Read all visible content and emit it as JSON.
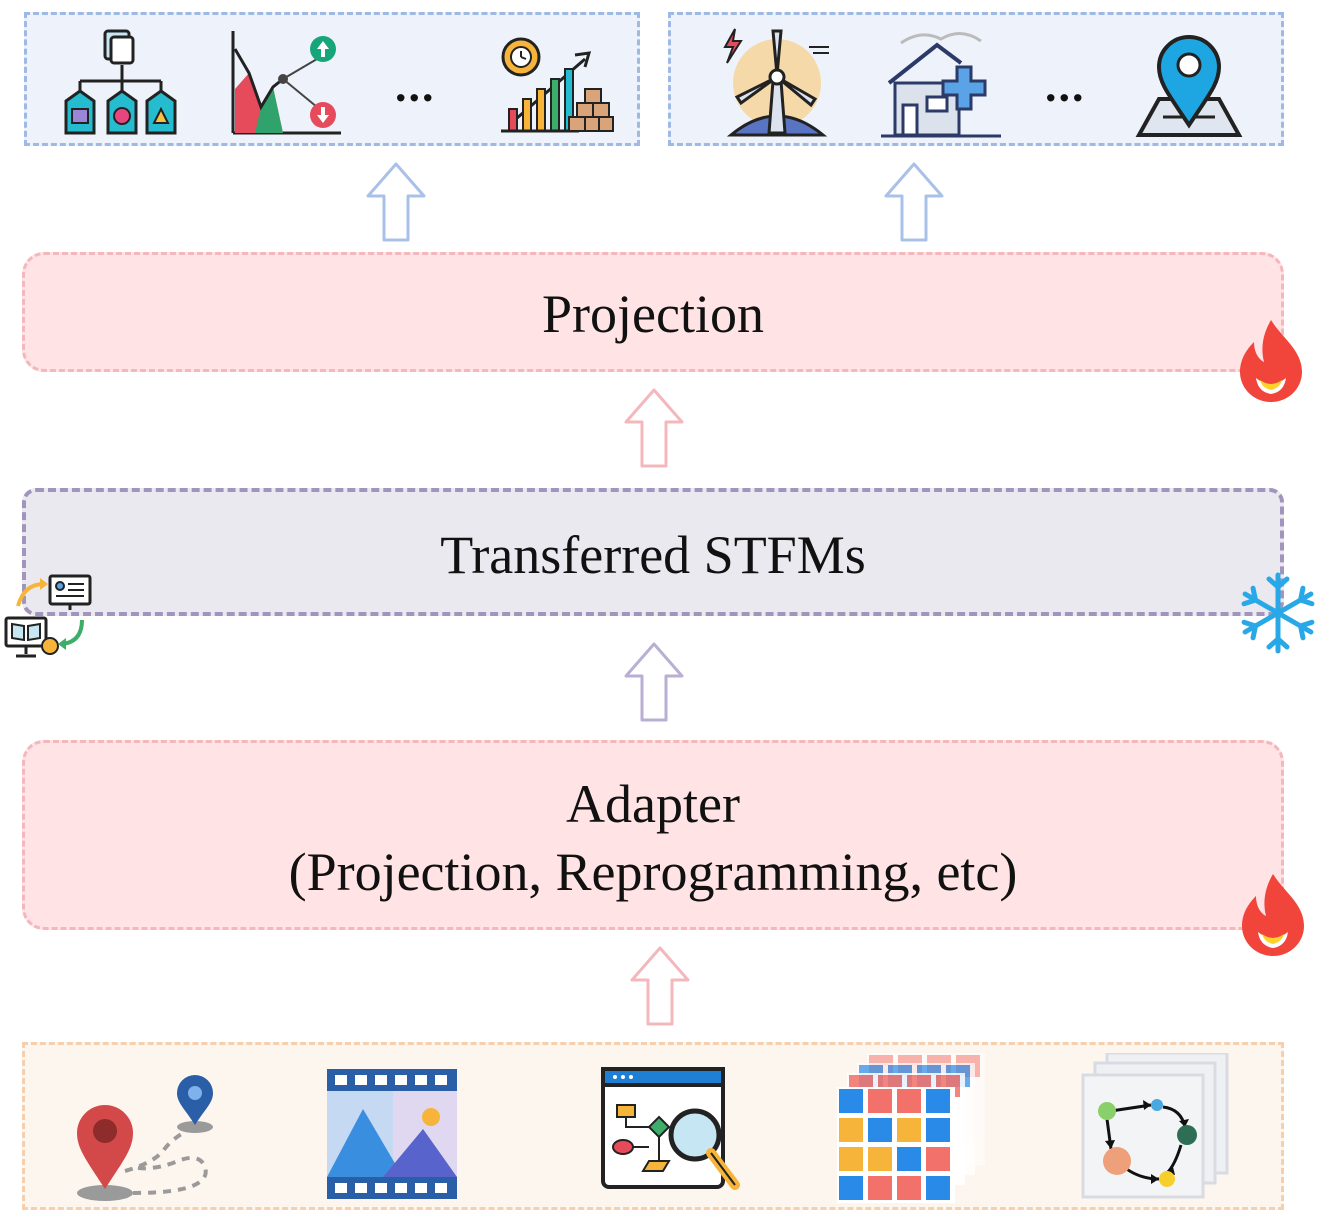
{
  "layers": {
    "projection": {
      "label": "Projection"
    },
    "stfm": {
      "label": "Transferred STFMs"
    },
    "adapter": {
      "line1": "Adapter",
      "line2": "(Projection, Reprogramming, etc)"
    }
  },
  "top_left_group": {
    "icons": [
      "hierarchy-tags-icon",
      "stock-trend-chart-icon",
      "business-growth-chart-icon"
    ],
    "ellipsis": "..."
  },
  "top_right_group": {
    "icons": [
      "wind-turbine-icon",
      "hospital-house-icon",
      "map-location-pin-icon"
    ],
    "ellipsis": "..."
  },
  "bottom_group": {
    "icons": [
      "trajectory-route-icon",
      "video-film-icon",
      "flowchart-magnifier-icon",
      "grid-raster-stack-icon",
      "graph-network-icon"
    ]
  },
  "status_icons": [
    "fire-icon",
    "snowflake-icon",
    "transfer-computer-icon"
  ],
  "colors": {
    "blue_border": "#9fb9e6",
    "pink_fill": "#ffe3e5",
    "pink_border": "#f4b7bc",
    "purple_border": "#a295bd",
    "orange_border": "#f6cfae"
  }
}
